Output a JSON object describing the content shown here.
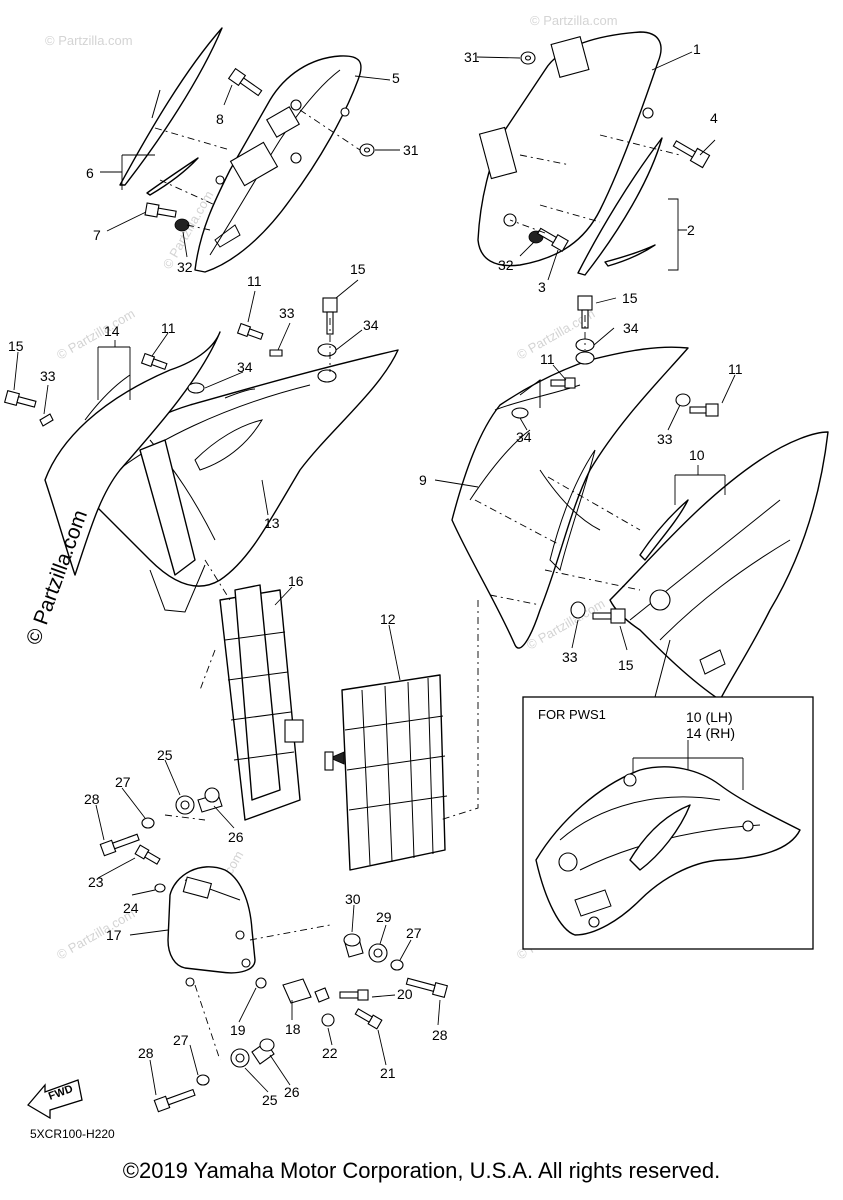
{
  "diagram": {
    "drawing_code": "5XCR100-H220",
    "copyright": "©2019 Yamaha Motor Corporation, U.S.A. All rights reserved.",
    "side_watermark": "© Partzilla.com",
    "watermark": "© Partzilla.com",
    "fwd_label": "FWD",
    "inset": {
      "title": "FOR PWS1",
      "label_lh": "10 (LH)",
      "label_rh": "14 (RH)"
    },
    "callouts": [
      "1",
      "2",
      "3",
      "4",
      "5",
      "6",
      "7",
      "8",
      "9",
      "10",
      "11",
      "12",
      "13",
      "14",
      "15",
      "16",
      "17",
      "18",
      "19",
      "20",
      "21",
      "22",
      "23",
      "24",
      "25",
      "26",
      "27",
      "28",
      "29",
      "30",
      "31",
      "32",
      "33",
      "34"
    ]
  }
}
